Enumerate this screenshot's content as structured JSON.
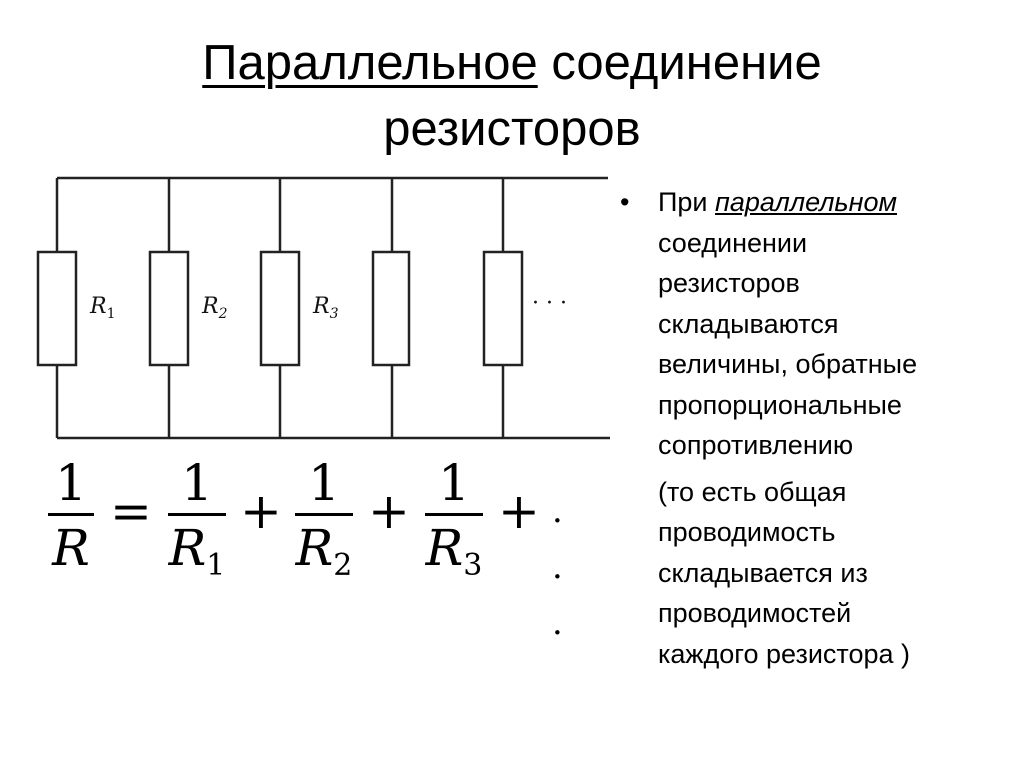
{
  "slide": {
    "title_underlined": "Параллельное",
    "title_rest_line1": " соединение",
    "title_line2": "резисторов"
  },
  "circuit": {
    "resistors": [
      {
        "label": "R",
        "sub": "1"
      },
      {
        "label": "R",
        "sub": "2"
      },
      {
        "label": "R",
        "sub": "3"
      },
      {
        "label": "",
        "sub": ""
      },
      {
        "label": "",
        "sub": ""
      }
    ],
    "ellipsis": "· · ·"
  },
  "formula": {
    "lhs_num": "1",
    "lhs_den": "R",
    "equals": "=",
    "terms": [
      {
        "num": "1",
        "den": "R",
        "sub": "1"
      },
      {
        "num": "1",
        "den": "R",
        "sub": "2"
      },
      {
        "num": "1",
        "den": "R",
        "sub": "3"
      }
    ],
    "plus": "+",
    "trailing": "· · ·"
  },
  "bullets": {
    "bullet_char": "•",
    "lead": "При ",
    "emphasis": "параллельном",
    "rest_lines": [
      "соединении",
      "резисторов",
      "складываются",
      "величины, обратные",
      "пропорциональные",
      "сопротивлению"
    ],
    "note_lines": [
      "(то есть общая",
      "проводимость",
      "складывается из",
      "проводимостей",
      "каждого резистора )"
    ]
  }
}
